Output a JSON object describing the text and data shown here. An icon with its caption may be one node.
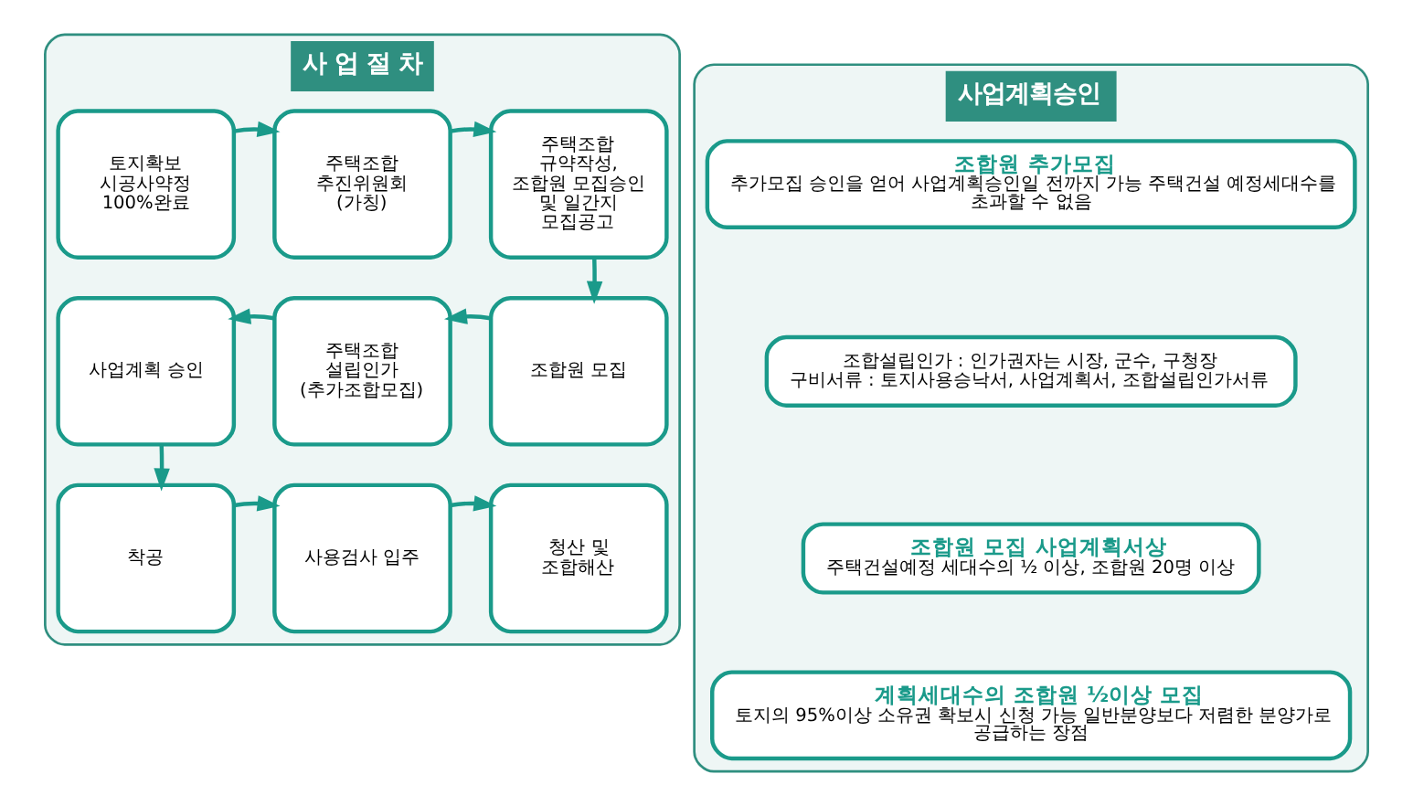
{
  "diagram": {
    "nodes": [
      {
        "text": [
          "사 업 절 차"
        ]
      },
      {
        "text": [
          "토지확보 시공사약정 100%완료"
        ],
        "in": 0
      },
      {
        "text": [
          "주택조합 추진위원회 (가칭)"
        ],
        "in": 0
      },
      {
        "text": [
          "주택조합 규약작성, 조합원 모집승인 및 일간지 모집공고"
        ],
        "in": 0
      },
      {
        "text": [
          "사업계획 승인"
        ],
        "in": 0
      },
      {
        "text": [
          "주택조합 설립인가 (추가조합모집)"
        ],
        "in": 0
      },
      {
        "text": [
          "조합원 모집"
        ],
        "in": 0
      },
      {
        "text": [
          "착공"
        ],
        "in": 0
      },
      {
        "text": [
          "사용검사 입주"
        ],
        "in": 0
      },
      {
        "text": [
          "청산 및 조합해산"
        ],
        "in": 0
      },
      {
        "text": [
          "사업계획승인"
        ]
      },
      {
        "text": [
          "조합원 추가모집",
          "추가모집 승인을 얻어 사업계획승인일 전까지 가능 주택건설 예정세대수를 초과할 수 없음"
        ],
        "in": 10
      },
      {
        "text": [
          "조합설립인가 : 인가권자는 시장, 군수, 구청장",
          "구비서류 : 토지사용승낙서, 사업계획서, 조합설립인가서류"
        ],
        "in": 10
      },
      {
        "text": [
          "조합원 모집 사업계획서상",
          "주택건설예정 세대수의 ½ 이상, 조합원 20명 이상"
        ],
        "in": 10
      },
      {
        "text": [
          "계획세대수의 조합원 ½이상 모집",
          "토지의 95%이상 소유권 확보시 신청 가능 일반분양보다 저렴한 분양가로 공급하는 장점"
        ],
        "in": 10
      }
    ],
    "edges": [
      {
        "from": 1,
        "to": 2,
        "arrow": "to"
      },
      {
        "from": 2,
        "to": 3,
        "arrow": "to"
      },
      {
        "from": 3,
        "to": 6,
        "arrow": "to"
      },
      {
        "from": 6,
        "to": 5,
        "arrow": "to"
      },
      {
        "from": 5,
        "to": 4,
        "arrow": "to"
      },
      {
        "from": 4,
        "to": 7,
        "arrow": "to"
      },
      {
        "from": 7,
        "to": 8,
        "arrow": "to"
      },
      {
        "from": 8,
        "to": 9,
        "arrow": "to"
      }
    ]
  }
}
